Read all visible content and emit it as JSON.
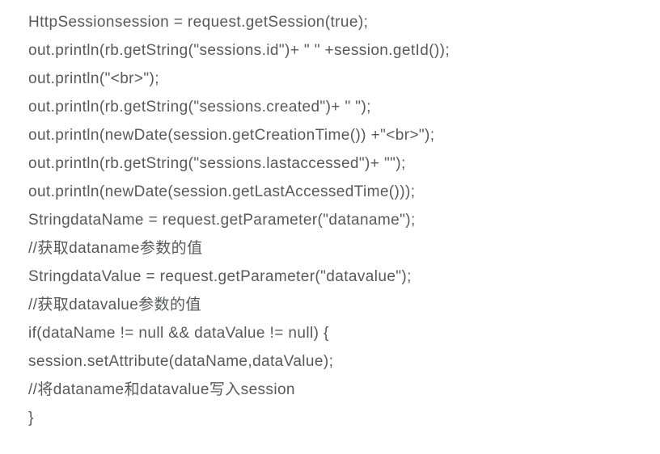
{
  "page": {
    "background_color": "#ffffff",
    "text_color": "#58595b"
  },
  "code": {
    "language": "jsp-java",
    "lines": [
      "HttpSessionsession = request.getSession(true);",
      "out.println(rb.getString(\"sessions.id\")+ \" \" +session.getId());",
      "out.println(\"<br>\");",
      "out.println(rb.getString(\"sessions.created\")+ \" \");",
      "out.println(newDate(session.getCreationTime()) +\"<br>\");",
      "out.println(rb.getString(\"sessions.lastaccessed\")+ \"\");",
      "out.println(newDate(session.getLastAccessedTime()));",
      "StringdataName = request.getParameter(\"dataname\");",
      "//获取dataname参数的值",
      "StringdataValue = request.getParameter(\"datavalue\");",
      "//获取datavalue参数的值",
      "if(dataName != null && dataValue != null) {",
      "session.setAttribute(dataName,dataValue);",
      "//将dataname和datavalue写入session",
      "}"
    ]
  }
}
